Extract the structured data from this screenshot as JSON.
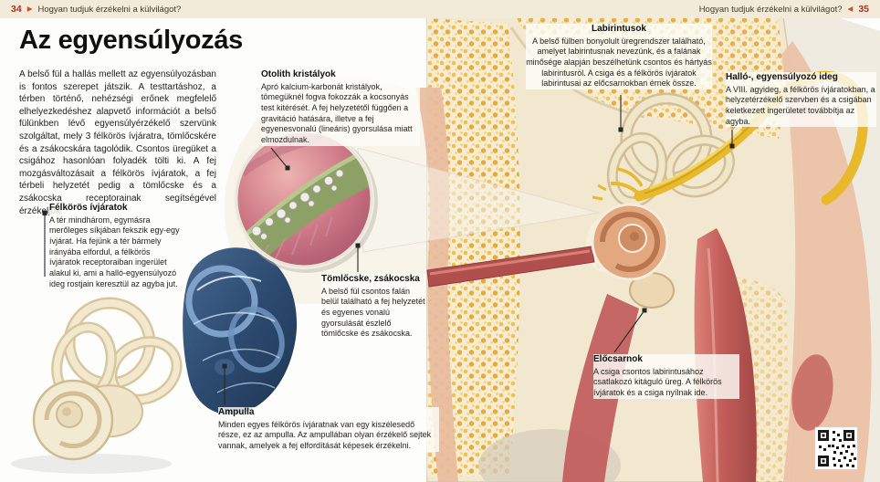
{
  "colors": {
    "accent_red": "#a8341c",
    "header_bg": "#f2ebd9",
    "nerve_yellow": "#e8b92b",
    "muscle_red": "#c25d59",
    "bone_cream": "#f2e8cf",
    "labyrinth_blue": "#2d4b71",
    "inset_pink": "#cb7483",
    "inset_green": "#8da167"
  },
  "header": {
    "left_page": "34",
    "right_page": "35",
    "running_title": "Hogyan tudjuk érzékelni a külvilágot?",
    "arrow_right": "▶",
    "arrow_left": "◀"
  },
  "article": {
    "title": "Az egyensúlyozás",
    "body": "A belső fül a hallás mellett az egyensúlyozásban is fontos szerepet játszik. A testtartáshoz, a térben történő, nehézségi erőnek megfelelő elhelyezkedéshez alapvető információt a belső fülünkben lévő egyensúlyérzékelő szervünk szolgáltat, mely 3 félkörös ívjáratra, tömlőcskére és a zsákocskára tagolódik. Csontos üregüket a csigához hasonlóan folyadék tölti ki. A fej mozgásváltozásait a félkörös ívjáratok, a fej térbeli helyzetét pedig a tömlőcske és a zsákocska receptorainak segítségével érzékeljük."
  },
  "callouts": [
    {
      "title": "Félkörös ívjáratok",
      "body": "A tér mindhárom, egymásra merőleges síkjában fekszik egy-egy ívjárat. Ha fejünk a tér bármely irányába elfordul, a félkörös ívjáratok receptoraiban ingerület alakul ki, ami a halló-egyensúlyozó ideg rostjain keresztül az agyba jut."
    },
    {
      "title": "Otolith kristályok",
      "body": "Apró kalcium-karbonát kristályok, tömegüknél fogva fokozzák a kocsonyás test kitérését. A fej helyzetétől függően a gravitáció hatására, illetve a fej egyenesvonalú (lineáris) gyorsulása miatt elmozdulnak."
    },
    {
      "title": "Tömlőcske, zsákocska",
      "body": "A belső fül csontos falán belül található a fej helyzetét és egyenes vonalú gyorsulását észlelő tömlőcske és zsákocska."
    },
    {
      "title": "Ampulla",
      "body": "Minden egyes félkörös ívjáratnak van egy kiszélesedő része, ez az ampulla. Az ampullában olyan érzékelő sejtek vannak, amelyek a fej elfordítását képesek érzékelni."
    },
    {
      "title": "Labirintusok",
      "body": "A belső fülben bonyolult üregrendszer található, amelyet labirintusnak nevezünk, és a falának minősége alapján beszélhetünk csontos és hártyás labirintusról. A csiga és a félkörös ívjáratok labirintusai az előcsarnokban érnek össze."
    },
    {
      "title": "Halló-, egyensúlyozó ideg",
      "body": "A VIII. agyideg, a félkörös ívjáratokban, a helyzetérzékelő szervben és a csigában keletkezett ingerületet továbbítja az agyba."
    },
    {
      "title": "Előcsarnok",
      "body": "A csiga csontos labirintusához csatlakozó kitáguló üreg. A félkörös ívjáratok és a csiga nyílnak ide."
    }
  ]
}
